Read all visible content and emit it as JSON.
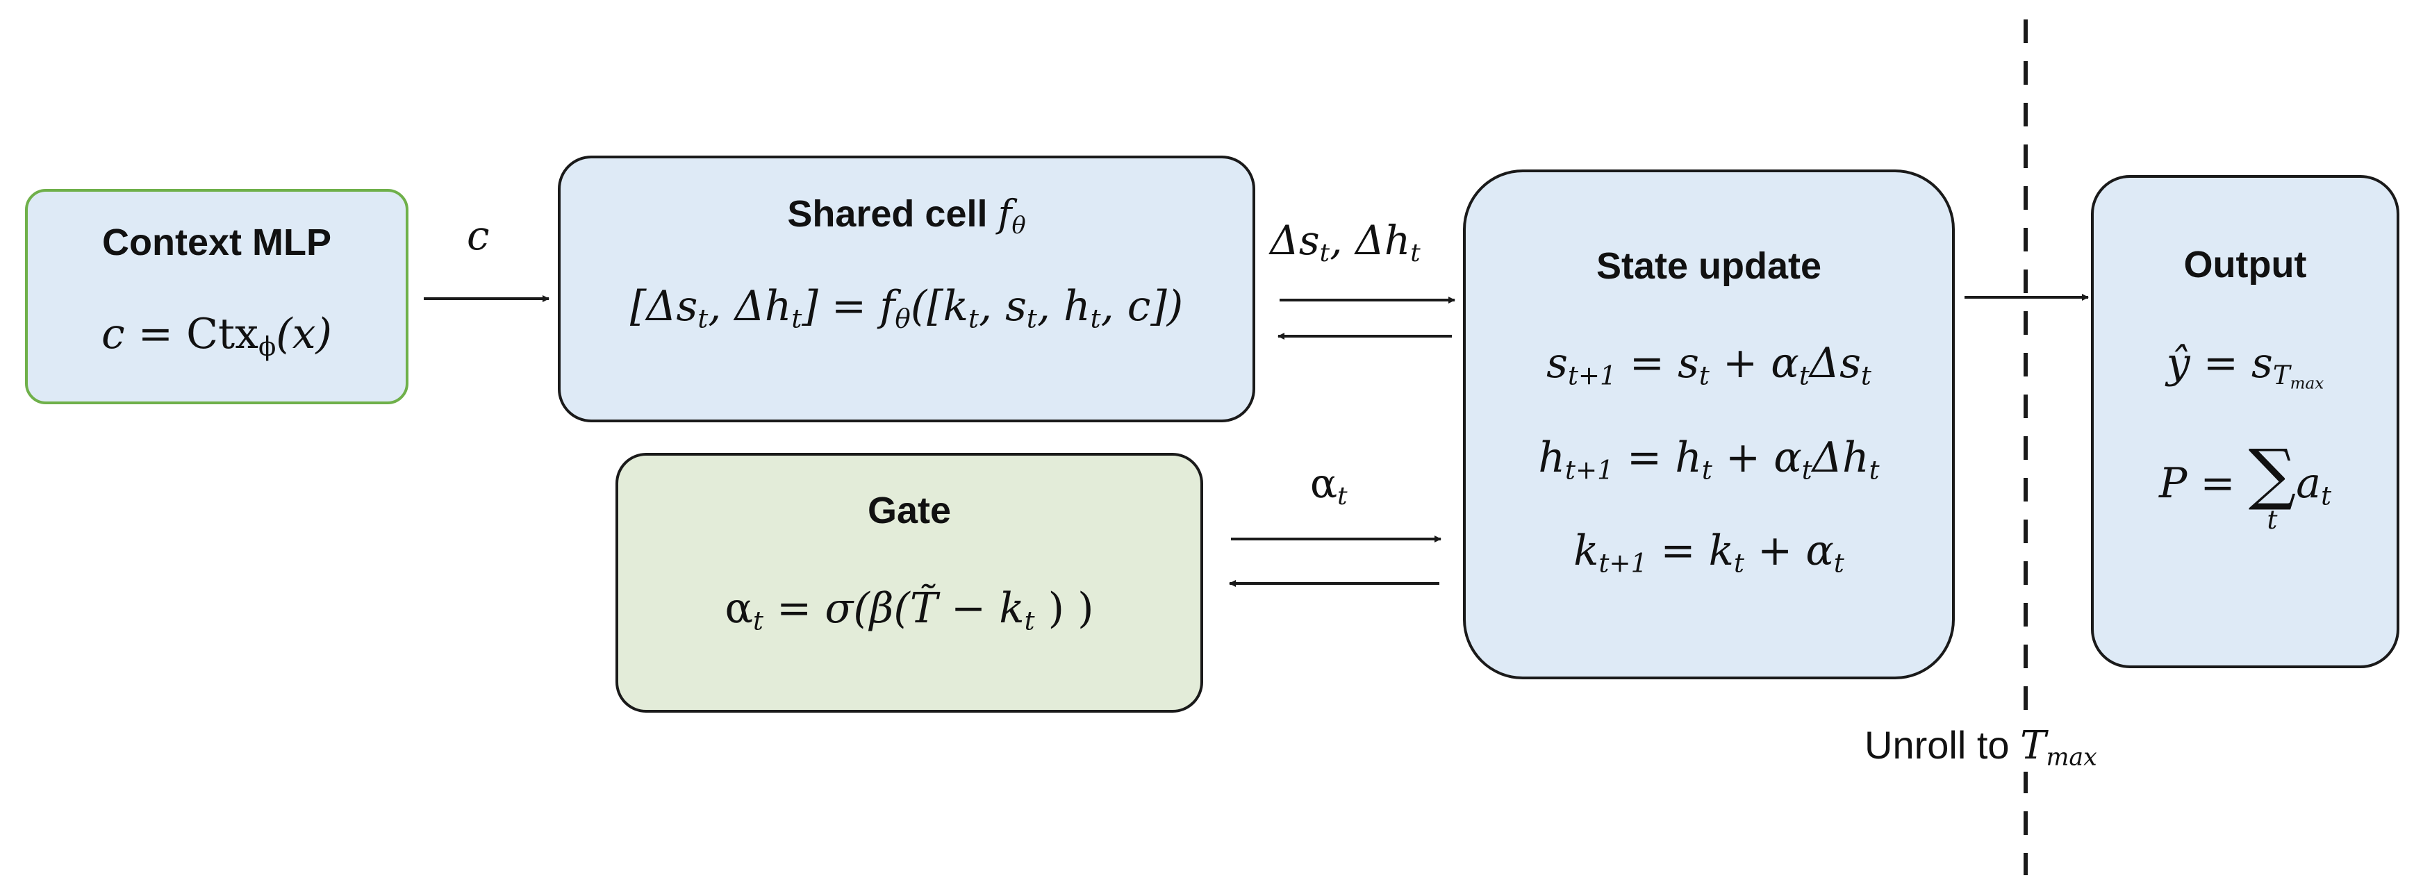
{
  "context_mlp": {
    "title": "Context MLP",
    "eq_lhs": "c",
    "eq_op": "=",
    "eq_fn": "Ctx",
    "eq_sub": "ϕ",
    "eq_arg": "(x)"
  },
  "shared_cell": {
    "title": "Shared cell",
    "title_fn": "f",
    "title_sub": "θ",
    "eq": "[Δs",
    "eq_sub1": "t",
    "eq_mid1": ", Δh",
    "eq_sub2": "t",
    "eq_mid2": "] = f",
    "eq_sub3": "θ",
    "eq_mid3": "([k",
    "eq_sub4": "t",
    "eq_mid4": ", s",
    "eq_sub5": "t",
    "eq_mid5": ", h",
    "eq_sub6": "t",
    "eq_end": ", c])"
  },
  "gate": {
    "title": "Gate",
    "eq_a": "α",
    "eq_a_sub": "t",
    "eq_mid": " = σ(β(T̃  − k",
    "eq_k_sub": "t",
    "eq_end": " ) )"
  },
  "state_update": {
    "title": "State update",
    "eq1": {
      "a": "s",
      "a_sub": "t+1",
      "b": " = s",
      "b_sub": "t",
      "c": " + α",
      "c_sub": "t",
      "d": "Δs",
      "d_sub": "t"
    },
    "eq2": {
      "a": "h",
      "a_sub": "t+1",
      "b": " = h",
      "b_sub": "t",
      "c": " + α",
      "c_sub": "t",
      "d": "Δh",
      "d_sub": "t"
    },
    "eq3": {
      "a": "k",
      "a_sub": "t+1",
      "b": " = k",
      "b_sub": "t",
      "c": " + α",
      "c_sub": "t"
    }
  },
  "output": {
    "title": "Output",
    "eq1_lhs": "ŷ",
    "eq1_rhs": " = s",
    "eq1_sub": "T",
    "eq1_subsub": "max",
    "eq2_lhs": "P",
    "eq2_op": " = ",
    "eq2_sum": "∑",
    "eq2_sum_sub": "t",
    "eq2_term": "a",
    "eq2_term_sub": "t"
  },
  "edge_labels": {
    "c": "c",
    "delta": "Δs",
    "delta_sub1": "t",
    "delta_mid": ", Δh",
    "delta_sub2": "t",
    "alpha": "α",
    "alpha_sub": "t"
  },
  "unroll": {
    "text": "Unroll to",
    "var": "T",
    "var_sub": "max"
  },
  "colors": {
    "blue_fill": "#deeaf6",
    "green_fill": "#e3ecd9",
    "green_border": "#6fb04a",
    "stroke": "#1a1a1a"
  }
}
